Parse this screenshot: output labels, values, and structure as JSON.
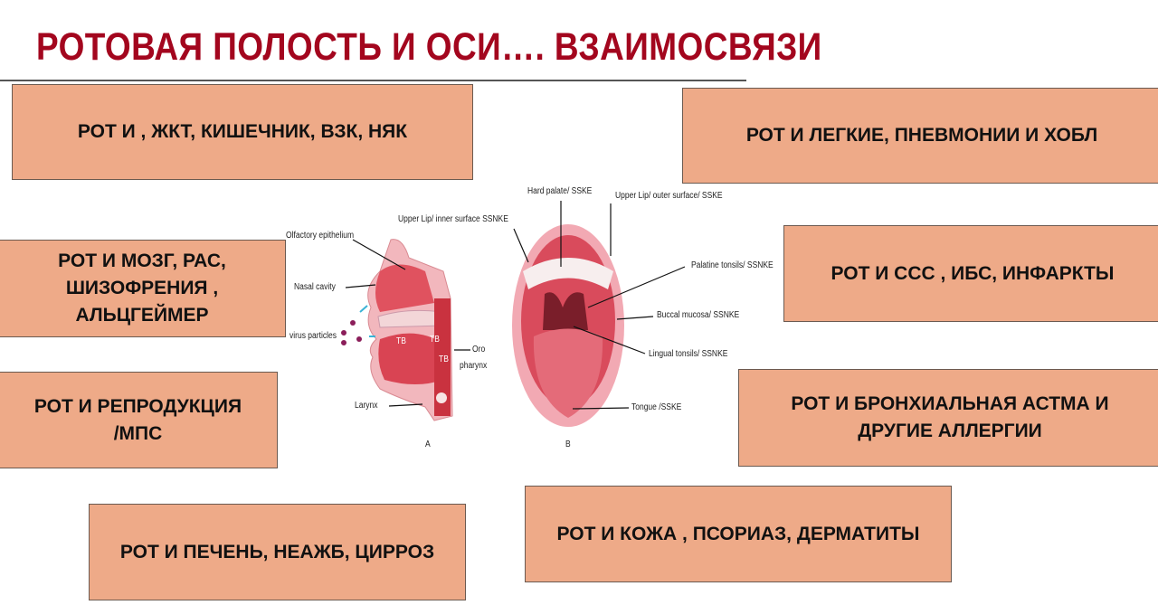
{
  "title": "РОТОВАЯ  ПОЛОСТЬ И ОСИ…. ВЗАИМОСВЯЗИ",
  "boxes": [
    {
      "text": "РОТ И , ЖКТ, КИШЕЧНИК, ВЗК, НЯК"
    },
    {
      "text": "РОТ   И  ЛЕГКИЕ, ПНЕВМОНИИ И ХОБЛ"
    },
    {
      "lines": [
        "РОТ И МОЗГ, РАС,",
        "ШИЗОФРЕНИЯ ,",
        "АЛЬЦГЕЙМЕР"
      ]
    },
    {
      "text": "РОТ  И  ССС , ИБС, ИНФАРКТЫ"
    },
    {
      "lines": [
        "РОТ И РЕПРОДУКЦИЯ",
        "/МПС"
      ]
    },
    {
      "lines": [
        "РОТ  И  БРОНХИАЛЬНАЯ АСТМА   И",
        "ДРУГИЕ АЛЛЕРГИИ"
      ]
    },
    {
      "text": "РОТ И ПЕЧЕНЬ, НЕАЖБ, ЦИРРОЗ"
    },
    {
      "text": "РОТ И  КОЖА , ПСОРИАЗ, ДЕРМАТИТЫ"
    }
  ],
  "figure": {
    "panel_a": {
      "caption": "A",
      "labels": {
        "olfactory": "Olfactory epithelium",
        "nasal": "Nasal cavity",
        "virus": "virus particles",
        "tb1": "TB",
        "tb2": "TB",
        "tb3": "TB",
        "oro1": "Oro",
        "oro2": "pharynx",
        "larynx": "Larynx"
      }
    },
    "panel_b": {
      "caption": "B",
      "labels": {
        "hard_palate": "Hard palate/ SSKE",
        "upper_lip_outer": "Upper Lip/ outer surface/ SSKE",
        "upper_lip_inner": "Upper Lip/ inner surface SSNKE",
        "palatine": "Palatine tonsils/ SSNKE",
        "buccal": "Buccal mucosa/ SSNKE",
        "lingual": "Lingual tonsils/ SSNKE",
        "tongue": "Tongue /SSKE"
      }
    }
  },
  "colors": {
    "title": "#a3061e",
    "box_fill": "#eeaa88",
    "box_border": "#6b5a50"
  }
}
